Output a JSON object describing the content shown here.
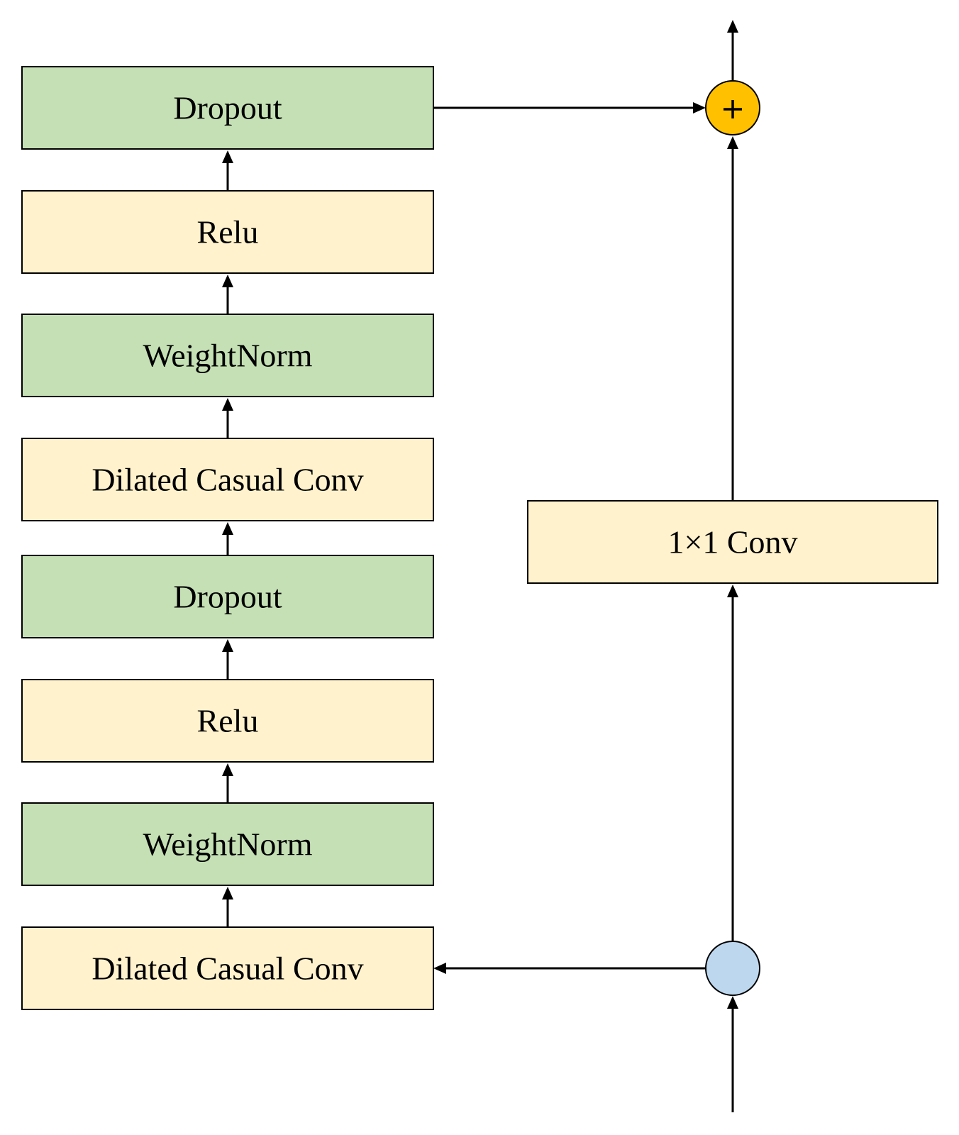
{
  "colors": {
    "green_fill": "#c5e0b4",
    "yellow_fill": "#fff2cc",
    "adder_fill": "#ffc000",
    "split_fill": "#bdd7ee",
    "line": "#000000"
  },
  "main_branch": {
    "blocks": [
      {
        "label": "Dropout",
        "color": "green"
      },
      {
        "label": "Relu",
        "color": "yellow"
      },
      {
        "label": "WeightNorm",
        "color": "green"
      },
      {
        "label": "Dilated Casual Conv",
        "color": "yellow"
      },
      {
        "label": "Dropout",
        "color": "green"
      },
      {
        "label": "Relu",
        "color": "yellow"
      },
      {
        "label": "WeightNorm",
        "color": "green"
      },
      {
        "label": "Dilated Casual Conv",
        "color": "yellow"
      }
    ]
  },
  "residual_branch": {
    "conv_label": "1×1 Conv"
  },
  "nodes": {
    "adder_icon": "plus-icon",
    "split_icon": "circle-node"
  }
}
